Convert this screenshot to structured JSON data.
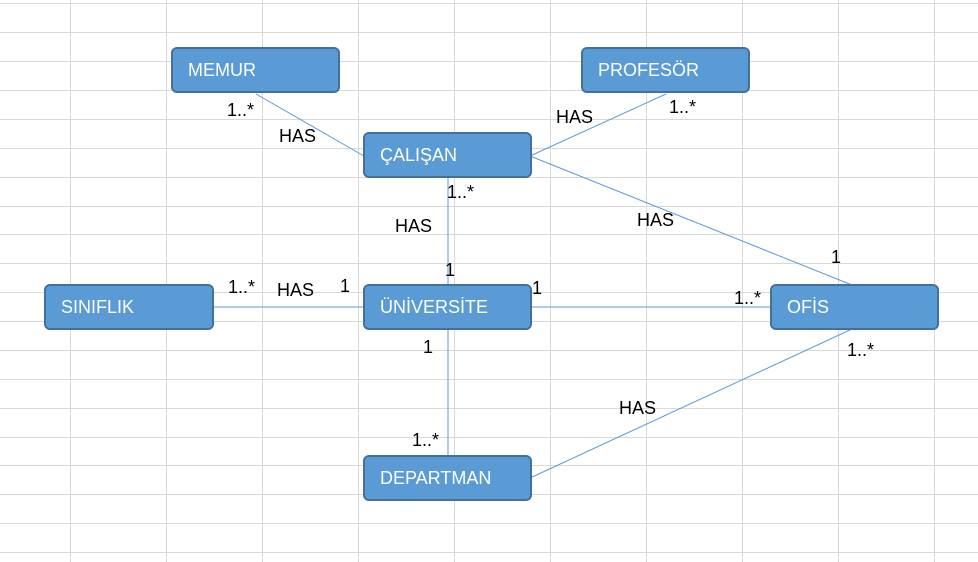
{
  "colors": {
    "entity_fill": "#5b9bd5",
    "entity_border": "#41719c",
    "entity_text": "#ffffff",
    "connector": "#5b9bd5",
    "gridline": "#d9d9d9"
  },
  "entities": {
    "memur": "MEMUR",
    "profesor": "PROFESÖR",
    "calisan": "ÇALIŞAN",
    "siniflik": "SINIFLIK",
    "universite": "ÜNİVERSİTE",
    "ofis": "OFİS",
    "departman": "DEPARTMAN"
  },
  "relations": {
    "memur_calisan": {
      "verb": "HAS",
      "memur_card": "1..*"
    },
    "profesor_calisan": {
      "verb": "HAS",
      "profesor_card": "1..*"
    },
    "calisan_universite": {
      "verb": "HAS",
      "calisan_card": "1..*",
      "universite_card": "1"
    },
    "calisan_ofis": {
      "verb": "HAS",
      "ofis_card": "1"
    },
    "siniflik_universite": {
      "verb": "HAS",
      "siniflik_card": "1..*",
      "universite_card": "1"
    },
    "universite_ofis": {
      "universite_card": "1",
      "ofis_card": "1..*"
    },
    "universite_departman": {
      "universite_card": "1",
      "departman_card": "1..*"
    },
    "ofis_departman": {
      "verb": "HAS",
      "ofis_card": "1..*"
    }
  }
}
